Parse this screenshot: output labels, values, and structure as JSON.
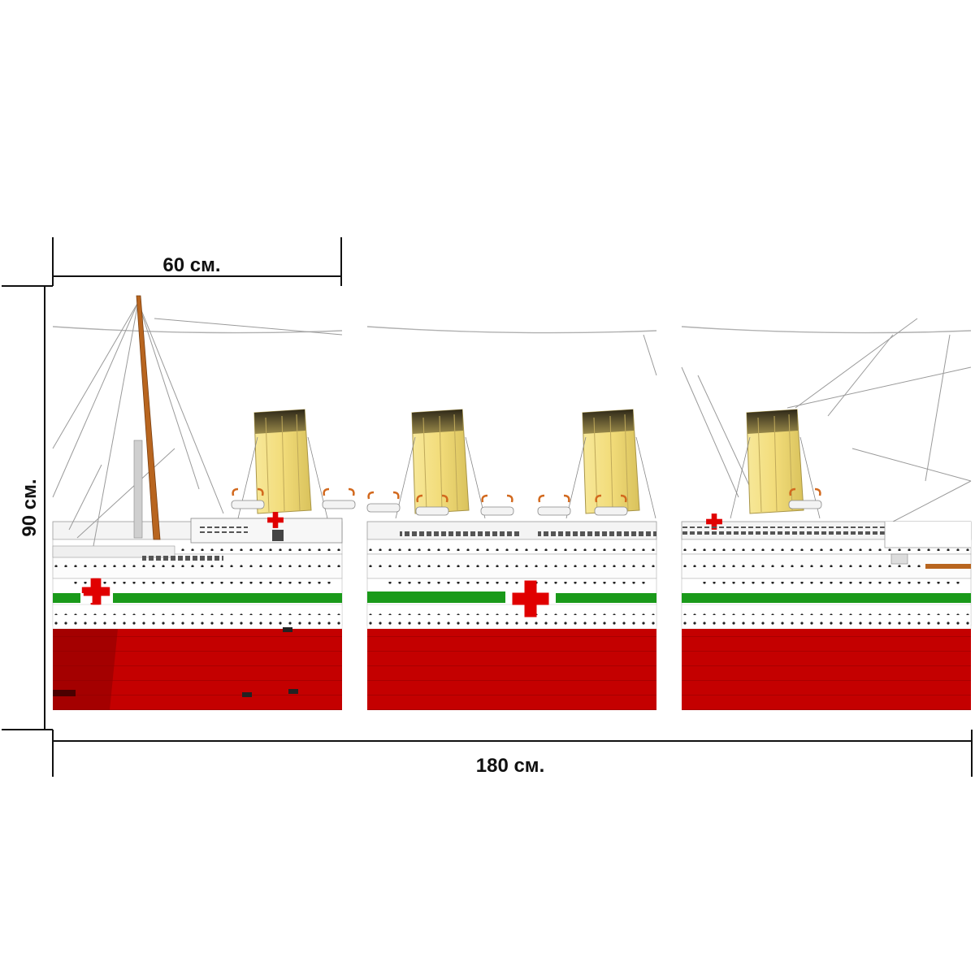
{
  "dimensions": {
    "panel_width_label": "60 см.",
    "height_label": "90 см.",
    "total_width_label": "180 см."
  },
  "artwork": {
    "panel_count": 3,
    "subject": "ocean-liner-side-view",
    "colors": {
      "hull": "#c40000",
      "hull_dark": "#8a0000",
      "stripe": "#1a9a1a",
      "funnel": "#f2dc7a",
      "funnel_top": "#3a3020",
      "cross": "#e00000",
      "mast": "#b8651f",
      "superstructure": "#ffffff",
      "lifeboat_davit": "#d2691e",
      "rigging": "#9a9a9a"
    }
  }
}
